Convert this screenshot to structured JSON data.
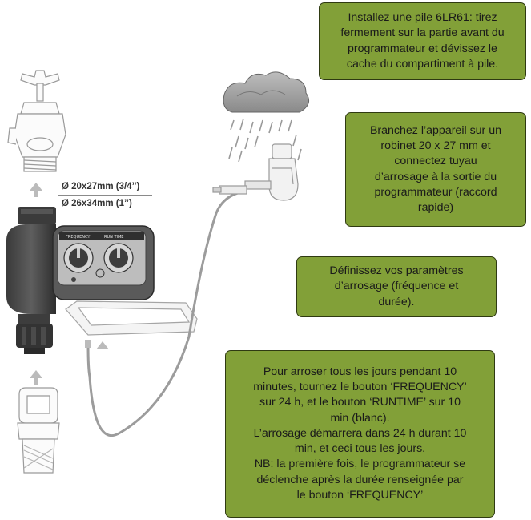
{
  "callouts": {
    "battery": "Installez une pile 6LR61: tirez\nfermement sur la partie avant du\nprogrammateur et dévissez le\ncache du compartiment à pile.",
    "connect": "Branchez l’appareil sur un\nrobinet 20 x 27 mm et\nconnectez tuyau\nd’arrosage à la sortie du\nprogrammateur (raccord\nrapide)",
    "settings": "Définissez vos paramètres\nd’arrosage (fréquence et\ndurée).",
    "example": "Pour arroser tous les jours pendant 10\nminutes, tournez le bouton ‘FREQUENCY’\nsur 24 h, et le bouton ‘RUNTIME’ sur 10\nmin (blanc).\nL’arrosage démarrera dans 24 h durant 10\nmin, et ceci tous les jours.\nNB: la première fois, le programmateur se\ndéclenche après la durée renseignée par\nle bouton ‘FREQUENCY’"
  },
  "dimensions": {
    "thread_small": "Ø 20x27mm (3/4’’)",
    "thread_large": "Ø 26x34mm (1’’)"
  },
  "device": {
    "knob_left_label": "FREQUENCY",
    "knob_right_label": "RUN TIME"
  },
  "colors": {
    "callout_fill": "#82a038",
    "callout_border": "#2f3a12"
  }
}
